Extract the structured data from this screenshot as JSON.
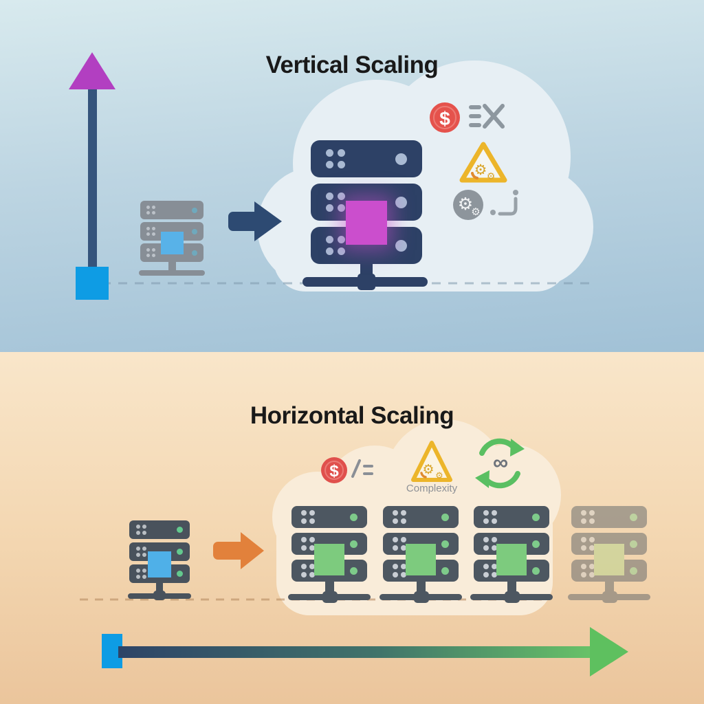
{
  "vertical_panel": {
    "title": "Vertical Scaling",
    "concept": "one server upgraded to a bigger server inside a cloud",
    "icons": [
      "cost-dollar",
      "limits-list-x",
      "hardware-warning-gears",
      "gears",
      "dashed-connector"
    ]
  },
  "horizontal_panel": {
    "title": "Horizontal Scaling",
    "concept": "one server scaled out to many identical servers inside a cloud",
    "complexity_label": "Complexity",
    "icons": [
      "cost-dollar",
      "list-angle",
      "complexity-warning-gears",
      "sync-infinity"
    ]
  },
  "glyphs": {
    "dollar": "$",
    "gear": "⚙",
    "infinity": "∞"
  },
  "colors": {
    "top_bg_start": "#d8eaee",
    "top_bg_end": "#a1c1d6",
    "bottom_bg_start": "#f9e6ca",
    "bottom_bg_end": "#ebc59c",
    "cloud_top": "#e7eff4",
    "cloud_bottom": "#f9ecd9",
    "navy_server": "#2d4166",
    "gray_server": "#878e96",
    "dark_server": "#49525c",
    "cluster_server": "#4d5761",
    "magenta_chip": "#cb4ecd",
    "purple_arrowhead": "#b23fc1",
    "axis_shaft_navy": "#35547c",
    "blue_origin_square": "#0e9ce4",
    "blue_chip": "#58b2e8",
    "green_chip": "#7dcb7e",
    "green_led": "#7ecb8a",
    "navy_arrow": "#2d4a72",
    "orange_arrow": "#e2813b",
    "growth_green": "#5ec05f",
    "cost_red": "#e5524c",
    "warning_yellow": "#ecb52a",
    "icon_gray": "#8d979f"
  }
}
